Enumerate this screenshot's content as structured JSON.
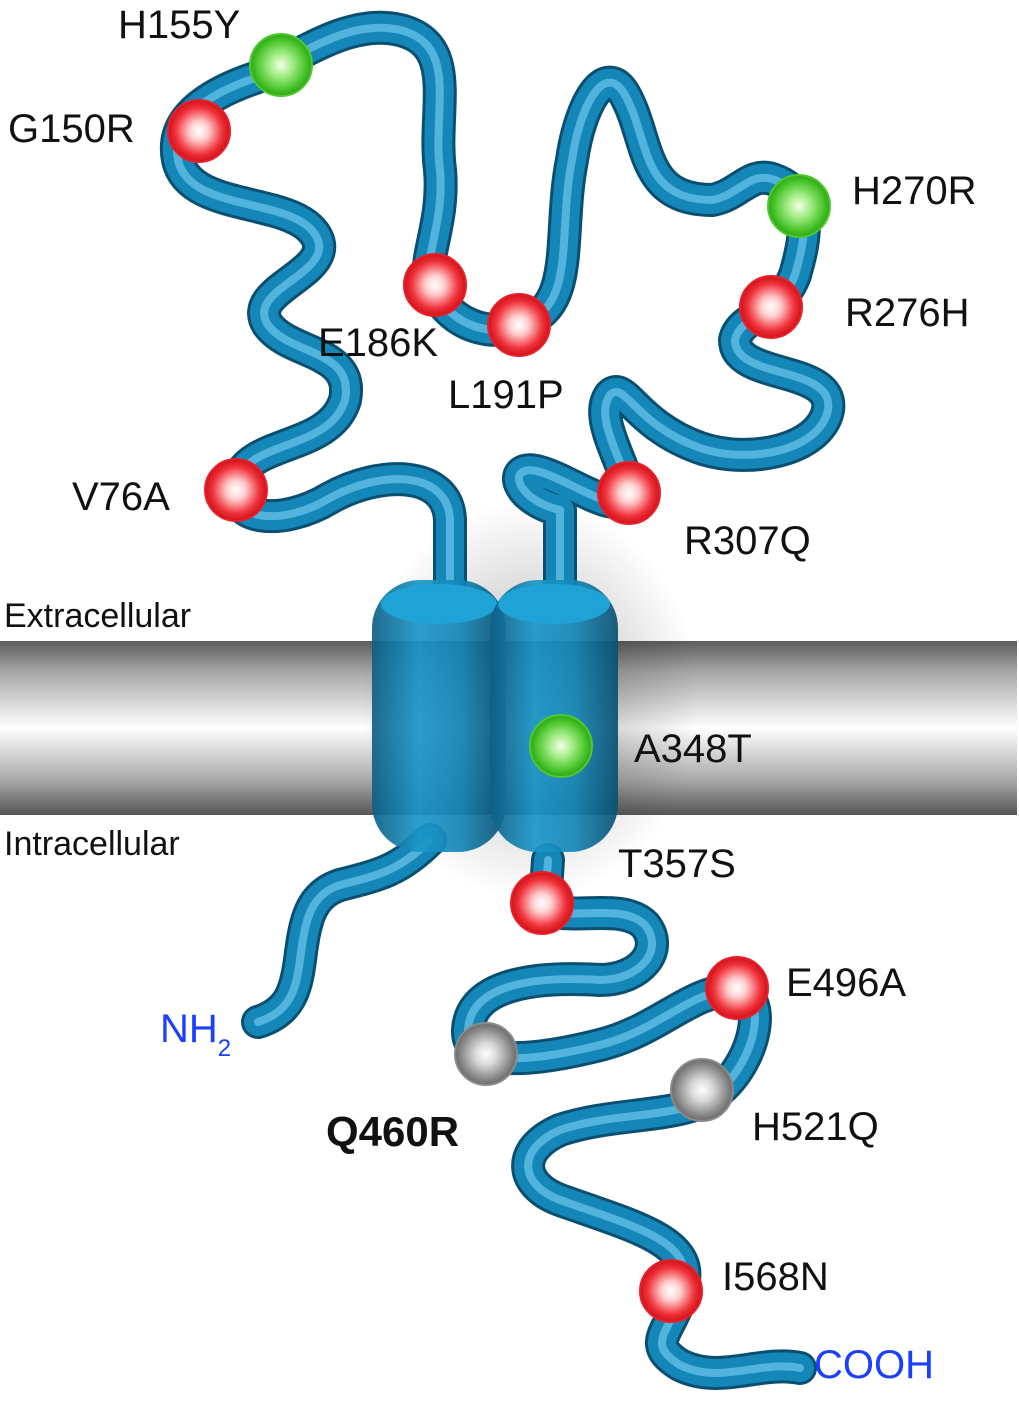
{
  "membrane": {
    "extracellular_label": "Extracellular",
    "intracellular_label": "Intracellular"
  },
  "termini": {
    "n_terminus": "NH",
    "n_terminus_subscript": "2",
    "c_terminus": "COOH",
    "color": "#1a3fff"
  },
  "colors": {
    "chain": "#1487b8",
    "variant_red": "#e8202a",
    "variant_green": "#4ec92e",
    "variant_gray": "#8a8a8a"
  },
  "variants": [
    {
      "id": "H155Y",
      "label": "H155Y",
      "type": "green"
    },
    {
      "id": "G150R",
      "label": "G150R",
      "type": "red"
    },
    {
      "id": "E186K",
      "label": "E186K",
      "type": "red"
    },
    {
      "id": "L191P",
      "label": "L191P",
      "type": "red"
    },
    {
      "id": "H270R",
      "label": "H270R",
      "type": "green"
    },
    {
      "id": "R276H",
      "label": "R276H",
      "type": "red"
    },
    {
      "id": "V76A",
      "label": "V76A",
      "type": "red"
    },
    {
      "id": "R307Q",
      "label": "R307Q",
      "type": "red"
    },
    {
      "id": "A348T",
      "label": "A348T",
      "type": "green"
    },
    {
      "id": "T357S",
      "label": "T357S",
      "type": "red"
    },
    {
      "id": "E496A",
      "label": "E496A",
      "type": "red"
    },
    {
      "id": "Q460R",
      "label": "Q460R",
      "type": "gray",
      "emphasis": true
    },
    {
      "id": "H521Q",
      "label": "H521Q",
      "type": "gray"
    },
    {
      "id": "I568N",
      "label": "I568N",
      "type": "red"
    }
  ]
}
